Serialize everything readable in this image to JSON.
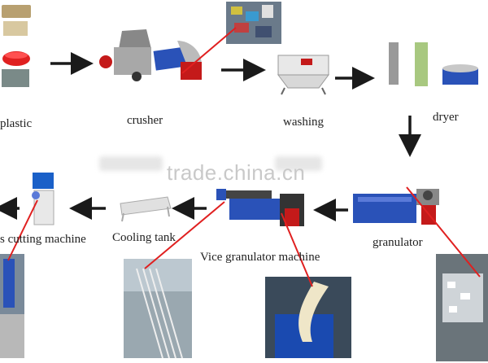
{
  "watermark": "trade.china.cn",
  "stages": {
    "plastic": "plastic",
    "crusher": "crusher",
    "washing": "washing",
    "dryer": "dryer",
    "granulator": "granulator",
    "vice_granulator": "Vice granulator machine",
    "cooling_tank": "Cooling tank",
    "cutting_machine": "s cutting machine"
  },
  "colors": {
    "arrow": "#1a1a1a",
    "callout": "#e02020",
    "machine_blue": "#2a52b8",
    "machine_red": "#c41a1a"
  }
}
